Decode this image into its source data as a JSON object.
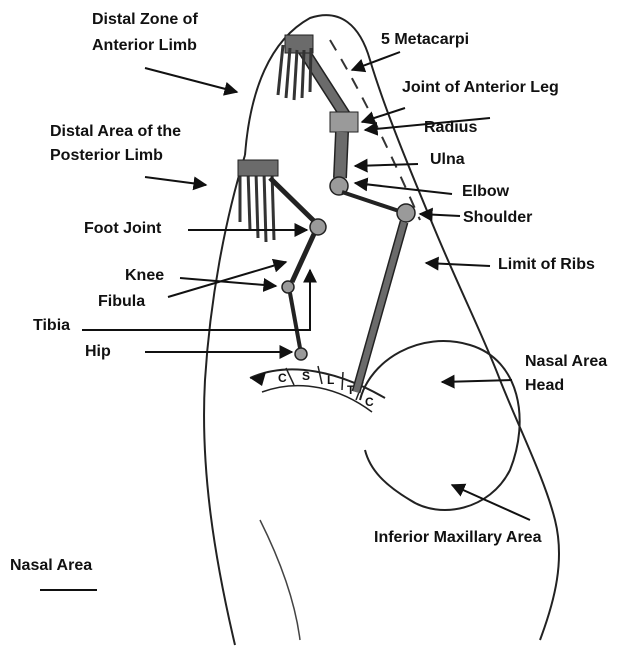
{
  "labels": {
    "distal_zone_anterior_limb_1": "Distal Zone of",
    "distal_zone_anterior_limb_2": "Anterior Limb",
    "five_metacarpi": "5 Metacarpi",
    "joint_of_anterior_leg": "Joint of Anterior Leg",
    "radius": "Radius",
    "ulna": "Ulna",
    "elbow": "Elbow",
    "shoulder": "Shoulder",
    "distal_area_posterior_limb_1": "Distal Area of the",
    "distal_area_posterior_limb_2": "Posterior Limb",
    "foot_joint": "Foot Joint",
    "knee": "Knee",
    "fibula": "Fibula",
    "tibia": "Tibia",
    "hip": "Hip",
    "limit_of_ribs": "Limit of Ribs",
    "nasal_area_head_1": "Nasal Area",
    "nasal_area_head_2": "Head",
    "inferior_maxillary_area": "Inferior Maxillary Area",
    "nasal_area": "Nasal Area"
  },
  "spine_segments": [
    "C",
    "S",
    "L",
    "T",
    "C"
  ],
  "colors": {
    "ink": "#111111",
    "bone_fill": "#6b6b6b",
    "joint_fill": "#9a9a9a"
  }
}
